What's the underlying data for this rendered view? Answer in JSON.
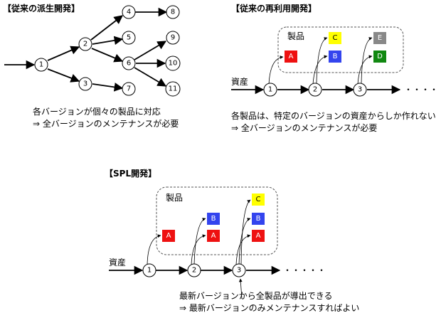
{
  "diagram1": {
    "title": "【従来の派生開発】",
    "nodes": [
      "1",
      "2",
      "3",
      "4",
      "5",
      "6",
      "7",
      "8",
      "9",
      "10",
      "11"
    ],
    "caption1": "各バージョンが個々の製品に対応",
    "caption2": "⇒ 全バージョンのメンテナンスが必要"
  },
  "diagram2": {
    "title": "【従来の再利用開発】",
    "group_label": "製品",
    "asset_label": "資産",
    "nodes": [
      "1",
      "2",
      "3"
    ],
    "ellipsis": "・・・・・",
    "products": [
      "A",
      "B",
      "C",
      "D",
      "E"
    ],
    "caption1": "各製品は、特定のバージョンの資産からしか作れない",
    "caption2": "⇒ 全バージョンのメンテナンスが必要"
  },
  "diagram3": {
    "title": "【SPL開発】",
    "group_label": "製品",
    "asset_label": "資産",
    "nodes": [
      "1",
      "2",
      "3"
    ],
    "ellipsis": "・・・・・",
    "products": [
      "A",
      "B",
      "C"
    ],
    "caption1": "最新バージョンから全製品が導出できる",
    "caption2": "⇒ 最新バージョンのみメンテナンスすればよい"
  },
  "colors": {
    "A": "#ee1111",
    "B": "#3344ee",
    "C": "#ffff00",
    "D": "#118811",
    "E": "#888888"
  }
}
